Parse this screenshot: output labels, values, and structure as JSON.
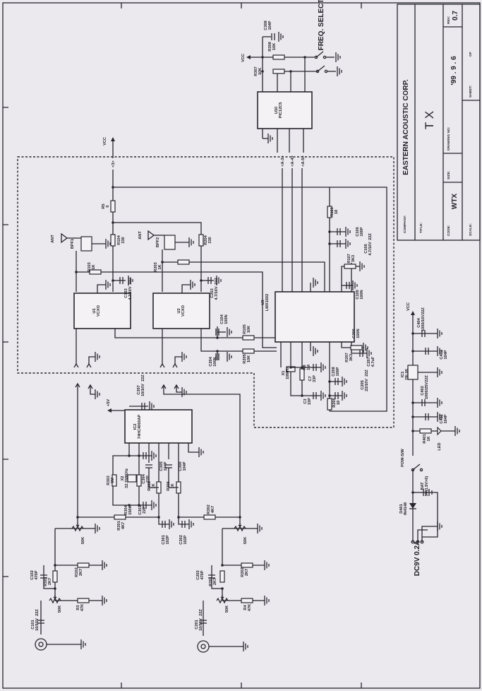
{
  "title_block": {
    "company_label": "COMPANY:",
    "company": "EASTERN ACOUSTIC CORP.",
    "title_label": "TITLE:",
    "title": "T X",
    "code_label": "CODE:",
    "code": "WTX",
    "size_label": "SIZE:",
    "drawing_no_label": "DRAWING NO:",
    "date": "'99 . 9 . 6",
    "rev_label": "REV:",
    "rev": "0.7",
    "scale_label": "SCALE:",
    "sheet_label": "SHEET:",
    "sheet_of": "OF"
  },
  "labels": {
    "vcc_top": "VCC",
    "vcc_u10": "VCC",
    "vcc_power": "VCC",
    "freq_select": "FREQ. SELECT",
    "net3": "<3>",
    "net_a3": "<A-3>",
    "net_a4": "<A-4>",
    "net_a5": "<A-5>",
    "ant1": "ANT",
    "ant2": "ANT",
    "plus5v": "+5V",
    "dc_in": "DC9V  0.2A"
  },
  "components": {
    "R308": {
      "ref": "R308",
      "value": "10K"
    },
    "R307": {
      "ref": "R307",
      "value": "10K"
    },
    "C308": {
      "ref": "C308",
      "value": "104P"
    },
    "U10": {
      "ref": "U10",
      "value": "PIC12C5"
    },
    "R5": {
      "ref": "R5",
      "value": "0"
    },
    "R104": {
      "ref": "R104",
      "value": "330"
    },
    "R204": {
      "ref": "R204",
      "value": "330"
    },
    "BPF1": {
      "ref": "BPF1",
      "value": ""
    },
    "BPF2": {
      "ref": "BPF2",
      "value": ""
    },
    "R103": {
      "ref": "R103",
      "value": "1K"
    },
    "R203": {
      "ref": "R203",
      "value": "1K"
    },
    "C103": {
      "ref": "C103",
      "value": "4.7/16V",
      "mark": "22Z"
    },
    "C203": {
      "ref": "C203",
      "value": "4.7/16V",
      "mark": "22Z"
    },
    "U1": {
      "ref": "U1",
      "value": "VCXO"
    },
    "U2": {
      "ref": "U2",
      "value": "VCXO"
    },
    "C104": {
      "ref": "C104",
      "value": "100N"
    },
    "R105": {
      "ref": "R105",
      "value": "10K"
    },
    "C204": {
      "ref": "C204",
      "value": "100N"
    },
    "R205": {
      "ref": "R205",
      "value": "10K"
    },
    "U3": {
      "ref": "U3",
      "value": "LMX1602"
    },
    "R106": {
      "ref": "R106",
      "value": "18"
    },
    "C106": {
      "ref": "C106",
      "value": "100P"
    },
    "C105": {
      "ref": "C105",
      "value": "4.7/16V",
      "mark": "22Z"
    },
    "R107": {
      "ref": "R107",
      "value": "3K3"
    },
    "C109": {
      "ref": "C109",
      "value": "100N"
    },
    "C206": {
      "ref": "C206",
      "value": "100N"
    },
    "R207": {
      "ref": "R207",
      "value": "3K3"
    },
    "C207": {
      "ref": "C207",
      "value": "4.7uF"
    },
    "C208": {
      "ref": "C208",
      "value": "100P"
    },
    "C205": {
      "ref": "C205",
      "value": "22/16V",
      "mark": "22Z"
    },
    "R206": {
      "ref": "R206",
      "value": "18"
    },
    "X1": {
      "ref": "X1",
      "value": "10MHz"
    },
    "R8": {
      "ref": "R8",
      "value": "1M"
    },
    "C7": {
      "ref": "C7",
      "value": "33P"
    },
    "C3": {
      "ref": "C3",
      "value": "33P"
    },
    "IC2": {
      "ref": "IC2",
      "value": "74HC4060AP"
    },
    "C307": {
      "ref": "C307",
      "value": "10/16V",
      "mark": "22Z"
    },
    "R303": {
      "ref": "R303",
      "value": "1M"
    },
    "X2": {
      "ref": "X2",
      "value": "32.768KHz"
    },
    "C304": {
      "ref": "C304",
      "value": "22P"
    },
    "R304": {
      "ref": "R304",
      "value": "150K"
    },
    "C303": {
      "ref": "C303",
      "value": "22P"
    },
    "C305": {
      "ref": "C305",
      "value": "104P"
    },
    "R305": {
      "ref": "R305",
      "value": "1K"
    },
    "C306": {
      "ref": "C306",
      "value": "104P"
    },
    "R306": {
      "ref": "R306",
      "value": "1K"
    },
    "R301": {
      "ref": "R301",
      "value": "4K7"
    },
    "R302": {
      "ref": "R302",
      "value": "4K7"
    },
    "C301": {
      "ref": "C301",
      "value": "102P"
    },
    "C302": {
      "ref": "C302",
      "value": "102P"
    },
    "VR1": {
      "ref": "",
      "value": "50K"
    },
    "VR2": {
      "ref": "",
      "value": "50K"
    },
    "C102": {
      "ref": "C102",
      "value": "470P"
    },
    "R101": {
      "ref": "R101",
      "value": "2K7"
    },
    "R102": {
      "ref": "R102",
      "value": "2K7"
    },
    "VR3": {
      "ref": "",
      "value": "50K"
    },
    "R3": {
      "ref": "R3",
      "value": "47K"
    },
    "C101": {
      "ref": "C101",
      "value": "10/16V",
      "mark": "22Z"
    },
    "C202": {
      "ref": "C202",
      "value": "470P"
    },
    "R201": {
      "ref": "R201",
      "value": "2K7"
    },
    "R202": {
      "ref": "R202",
      "value": "2K7"
    },
    "VR4": {
      "ref": "",
      "value": "50K"
    },
    "R4": {
      "ref": "R4",
      "value": "47K"
    },
    "C201": {
      "ref": "C201",
      "value": "10/16V",
      "mark": "22Z"
    },
    "C404": {
      "ref": "C404",
      "value": "1000/16V",
      "mark": "22Z"
    },
    "C403": {
      "ref": "C403",
      "value": "104P"
    },
    "IC1": {
      "ref": "IC1",
      "value": "78L05"
    },
    "C402": {
      "ref": "C402",
      "value": "1000/25V",
      "mark": "22Z"
    },
    "C401": {
      "ref": "C401",
      "value": "104P"
    },
    "R401": {
      "ref": "R401",
      "value": "1K"
    },
    "LED": {
      "ref": "LED",
      "value": ""
    },
    "POW": {
      "ref": "POW-S/W",
      "value": ""
    },
    "BAT": {
      "ref": "BAT",
      "value": "9V(1.5V×6)"
    },
    "D401": {
      "ref": "D401",
      "value": "IN4148"
    }
  },
  "colors": {
    "paper": "#ebe9ee",
    "ink": "#26262c"
  }
}
